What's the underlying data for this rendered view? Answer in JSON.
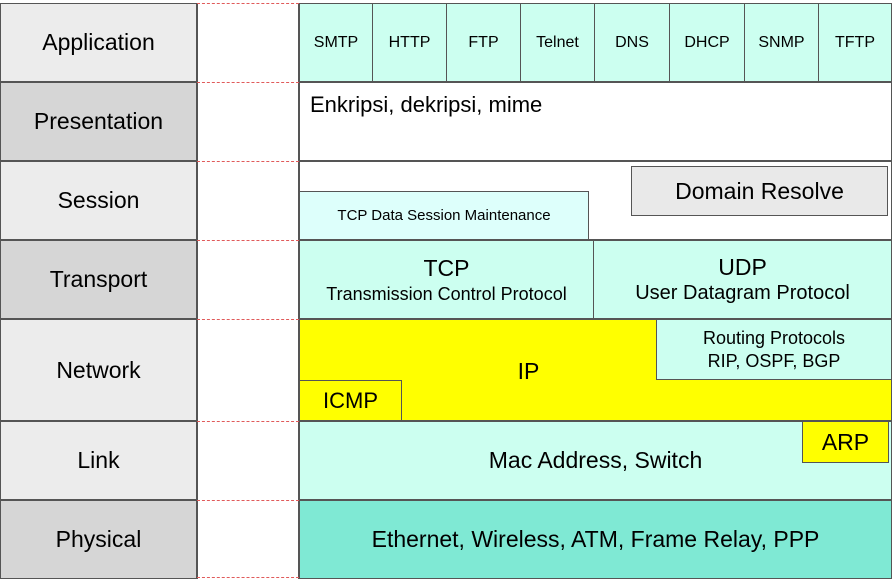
{
  "layers": [
    {
      "label": "Application"
    },
    {
      "label": "Presentation"
    },
    {
      "label": "Session"
    },
    {
      "label": "Transport"
    },
    {
      "label": "Network"
    },
    {
      "label": "Link"
    },
    {
      "label": "Physical"
    }
  ],
  "application": {
    "protocols": [
      "SMTP",
      "HTTP",
      "FTP",
      "Telnet",
      "DNS",
      "DHCP",
      "SNMP",
      "TFTP"
    ]
  },
  "presentation": {
    "text": "Enkripsi, dekripsi, mime"
  },
  "session": {
    "tcp_session": "TCP Data Session Maintenance",
    "domain_resolve": "Domain Resolve"
  },
  "transport": {
    "tcp_title": "TCP",
    "tcp_sub": "Transmission Control Protocol",
    "udp_title": "UDP",
    "udp_sub": "User Datagram Protocol"
  },
  "network": {
    "ip": "IP",
    "icmp": "ICMP",
    "routing_title": "Routing Protocols",
    "routing_sub": "RIP, OSPF, BGP"
  },
  "link": {
    "text": "Mac Address, Switch",
    "arp": "ARP"
  },
  "physical": {
    "text": "Ethernet, Wireless, ATM, Frame Relay, PPP"
  },
  "colors": {
    "layer_light": "#ececec",
    "layer_dark": "#d6d6d6",
    "mint": "#ccfff0",
    "teal": "#7fe9d4",
    "yellow": "#ffff00",
    "dash": "#e05a5a"
  }
}
